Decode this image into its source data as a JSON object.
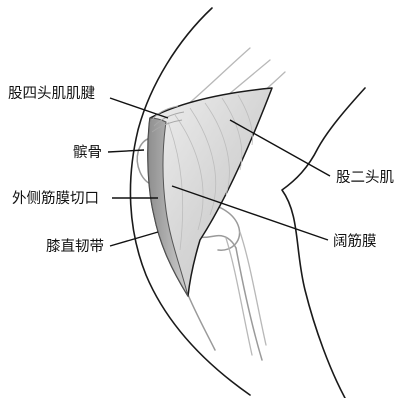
{
  "labels": {
    "quadriceps_tendon": "股四头肌肌腱",
    "patella": "髌骨",
    "lateral_fascia_incision": "外侧筋膜切口",
    "patellar_ligament": "膝直韧带",
    "biceps_femoris": "股二头肌",
    "fascia_lata": "阔筋膜"
  },
  "colors": {
    "ink": "#111111",
    "bone": "#9a9a9a",
    "fascia_fill": "#d8d8d8"
  }
}
